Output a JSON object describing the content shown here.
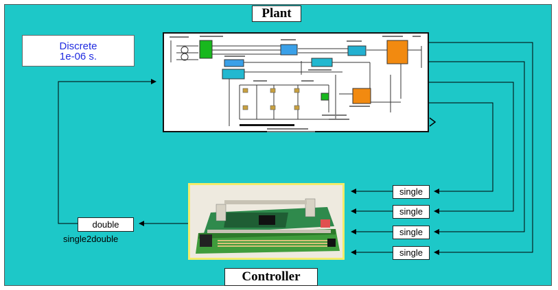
{
  "titles": {
    "plant": "Plant",
    "controller": "Controller"
  },
  "solver": {
    "line1": "Discrete",
    "line2": "1e-06 s."
  },
  "converters": {
    "single_labels": [
      "single",
      "single",
      "single",
      "single"
    ],
    "double_label": "double"
  },
  "caption": "single2double",
  "colors": {
    "background": "#1dc8c8",
    "solver_text": "#1f2be0",
    "signal_line": "#000000",
    "board_border": "#f3ec6a"
  },
  "icons": {
    "controller_image": "microcontroller-board-photo",
    "plant_image": "power-electronics-circuit-schematic"
  }
}
